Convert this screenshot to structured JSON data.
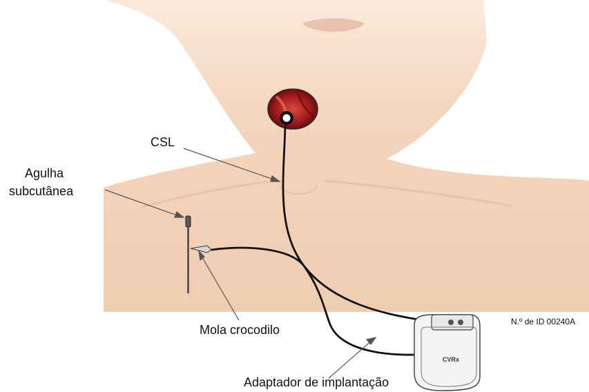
{
  "labels": {
    "csl": "CSL",
    "needle_line1": "Agulha",
    "needle_line2": "subcutânea",
    "clip": "Mola crocodilo",
    "adapter": "Adaptador de implantação",
    "id_number": "N.º de ID 00240A",
    "device_brand": "CVRx"
  },
  "colors": {
    "skin": "#f3d4bb",
    "skin_shadow": "#e2b99c",
    "lead": "#111111",
    "artery": "#a31c1c",
    "device": "#f4f4f4"
  },
  "icons": {
    "electrode": "electrode-disc-icon",
    "needle": "needle-icon",
    "device": "implantable-pulse-generator-icon"
  }
}
